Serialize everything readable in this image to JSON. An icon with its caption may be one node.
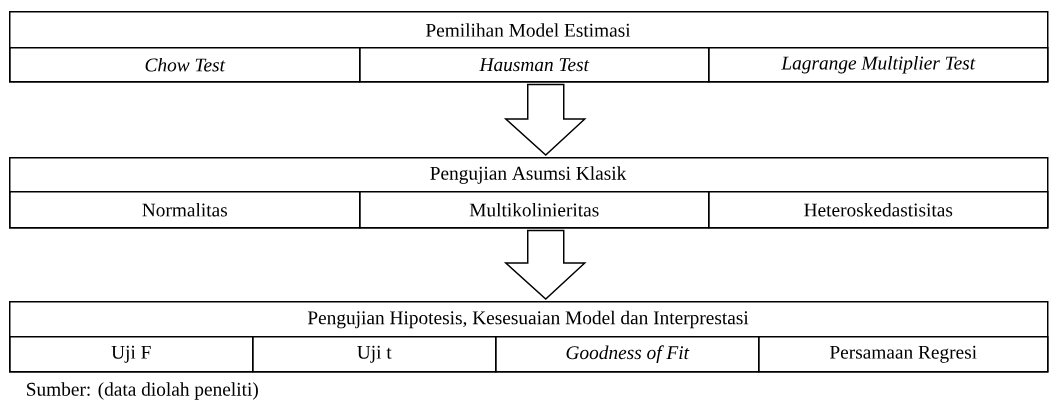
{
  "diagram": {
    "caption": "Sumber: (data diolah peneliti)",
    "nodes": [
      {
        "text": [
          "Pemilihan Model Estimasi"
        ]
      },
      {
        "text": [
          "Chow Test"
        ],
        "in": 0
      },
      {
        "text": [
          "Hausman Test"
        ],
        "in": 0
      },
      {
        "text": [
          "Lagrange Multiplier Test"
        ],
        "in": 0
      },
      {
        "text": [
          "Pengujian Asumsi Klasik"
        ]
      },
      {
        "text": [
          "Normalitas"
        ],
        "in": 4
      },
      {
        "text": [
          "Multikolinieritas"
        ],
        "in": 4
      },
      {
        "text": [
          "Heteroskedastisitas"
        ],
        "in": 4
      },
      {
        "text": [
          "Pengujian Hipotesis, Kesesuaian Model dan Interprestasi"
        ]
      },
      {
        "text": [
          "Uji F"
        ],
        "in": 8
      },
      {
        "text": [
          "Uji t"
        ],
        "in": 8
      },
      {
        "text": [
          "Goodness of Fit"
        ],
        "in": 8
      },
      {
        "text": [
          "Persamaan Regresi"
        ],
        "in": 8
      }
    ],
    "edges": [
      {
        "from": 0,
        "to": 4,
        "arrow": "to"
      },
      {
        "from": 4,
        "to": 8,
        "arrow": "to"
      }
    ]
  }
}
